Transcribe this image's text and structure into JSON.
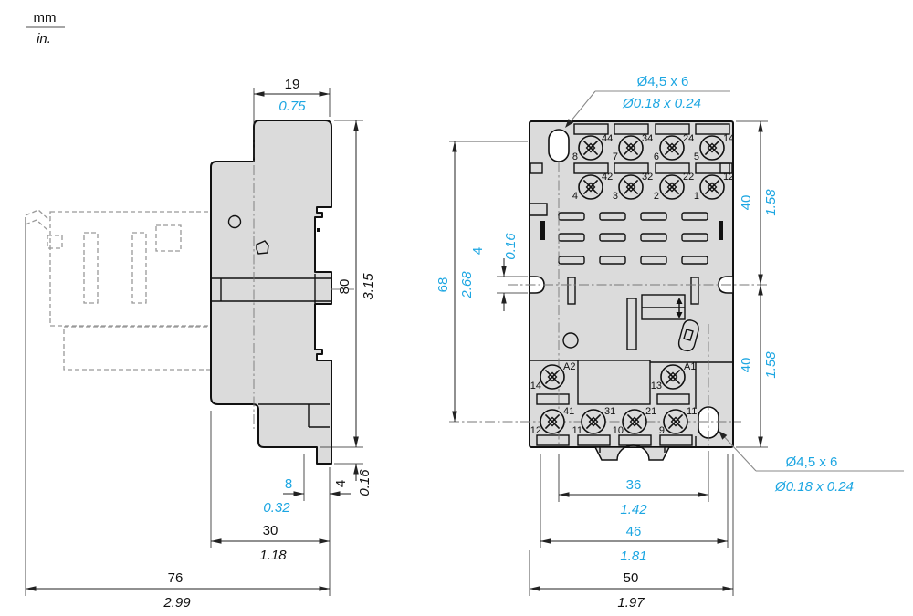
{
  "legend": {
    "mm": "mm",
    "in": "in."
  },
  "colors": {
    "inch_blue": "#1CA6E2",
    "body_gray": "#DBDBDB",
    "outline": "#111111"
  },
  "side_view": {
    "dims": {
      "top_width": {
        "mm": "19",
        "in": "0.75"
      },
      "height": {
        "mm": "80",
        "in": "3.15"
      },
      "foot_offset": {
        "mm": "8",
        "in": "0.32"
      },
      "foot_height": {
        "mm": "4",
        "in": "0.16"
      },
      "body_depth": {
        "mm": "30",
        "in": "1.18"
      },
      "total_depth": {
        "mm": "76",
        "in": "2.99"
      }
    }
  },
  "front_view": {
    "callouts": {
      "top_hole": {
        "mm": "Ø4,5 x 6",
        "in": "Ø0.18 x 0.24"
      },
      "bottom_hole": {
        "mm": "Ø4,5 x 6",
        "in": "Ø0.18 x 0.24"
      }
    },
    "dims": {
      "height": {
        "mm": "68",
        "in": "2.68"
      },
      "notch": {
        "mm": "4",
        "in": "0.16"
      },
      "upper_half": {
        "mm": "40",
        "in": "1.58"
      },
      "lower_half": {
        "mm": "40",
        "in": "1.58"
      },
      "hole_span": {
        "mm": "36",
        "in": "1.42"
      },
      "inner_span": {
        "mm": "46",
        "in": "1.81"
      },
      "width": {
        "mm": "50",
        "in": "1.97"
      }
    },
    "terminals": {
      "row1": [
        {
          "n": "8",
          "c": "44"
        },
        {
          "n": "7",
          "c": "34"
        },
        {
          "n": "6",
          "c": "24"
        },
        {
          "n": "5",
          "c": "14"
        }
      ],
      "row2": [
        {
          "n": "4",
          "c": "42"
        },
        {
          "n": "3",
          "c": "32"
        },
        {
          "n": "2",
          "c": "22"
        },
        {
          "n": "1",
          "c": "12"
        }
      ],
      "coil": [
        {
          "n": "14",
          "c": "A2"
        },
        {
          "n": "13",
          "c": "A1"
        }
      ],
      "row3": [
        {
          "n": "12",
          "c": "41"
        },
        {
          "n": "11",
          "c": "31"
        },
        {
          "n": "10",
          "c": "21"
        },
        {
          "n": "9",
          "c": "11"
        }
      ]
    }
  }
}
